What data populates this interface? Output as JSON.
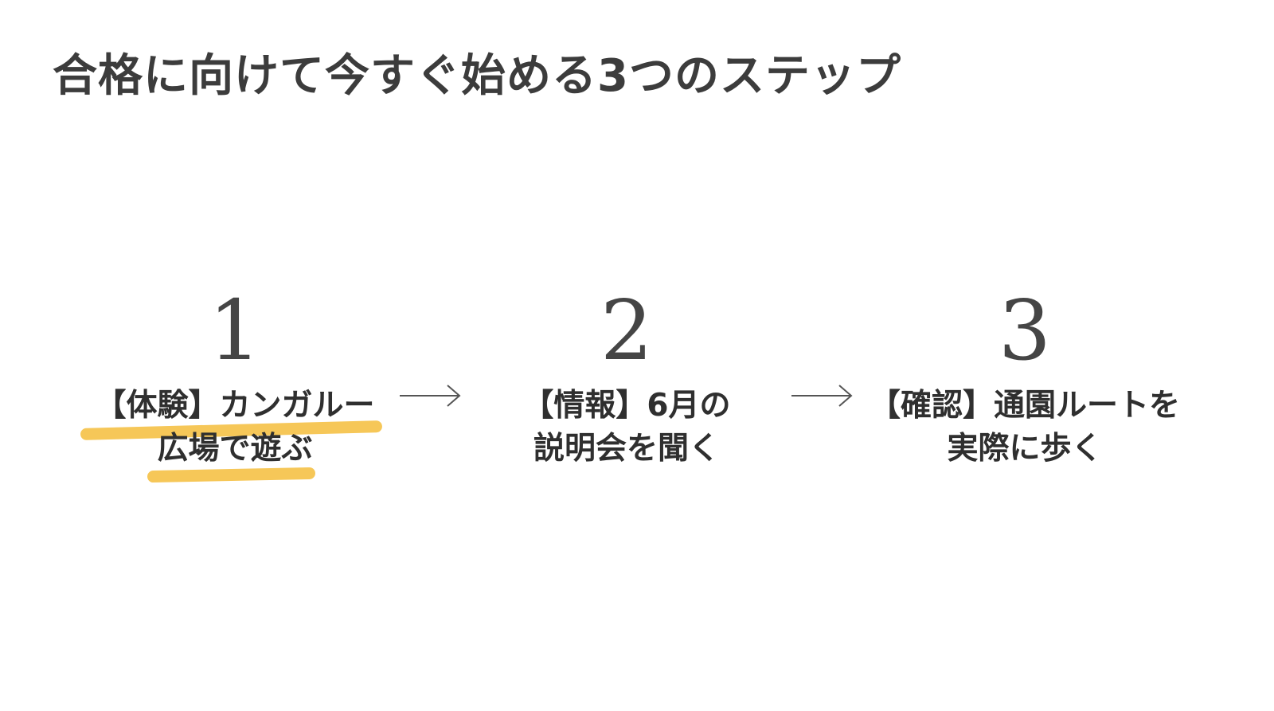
{
  "slide": {
    "title": "合格に向けて今すぐ始める3つのステップ",
    "accent_color": "#f6c758",
    "steps": [
      {
        "number": "1",
        "line1": "【体験】カンガルー",
        "line2": "広場で遊ぶ",
        "highlighted": true
      },
      {
        "number": "2",
        "line1": "【情報】6月の",
        "line2": "説明会を聞く",
        "highlighted": false
      },
      {
        "number": "3",
        "line1": "【確認】通園ルートを",
        "line2": "実際に歩く",
        "highlighted": false
      }
    ],
    "arrow_icon": "right-arrow-icon"
  }
}
